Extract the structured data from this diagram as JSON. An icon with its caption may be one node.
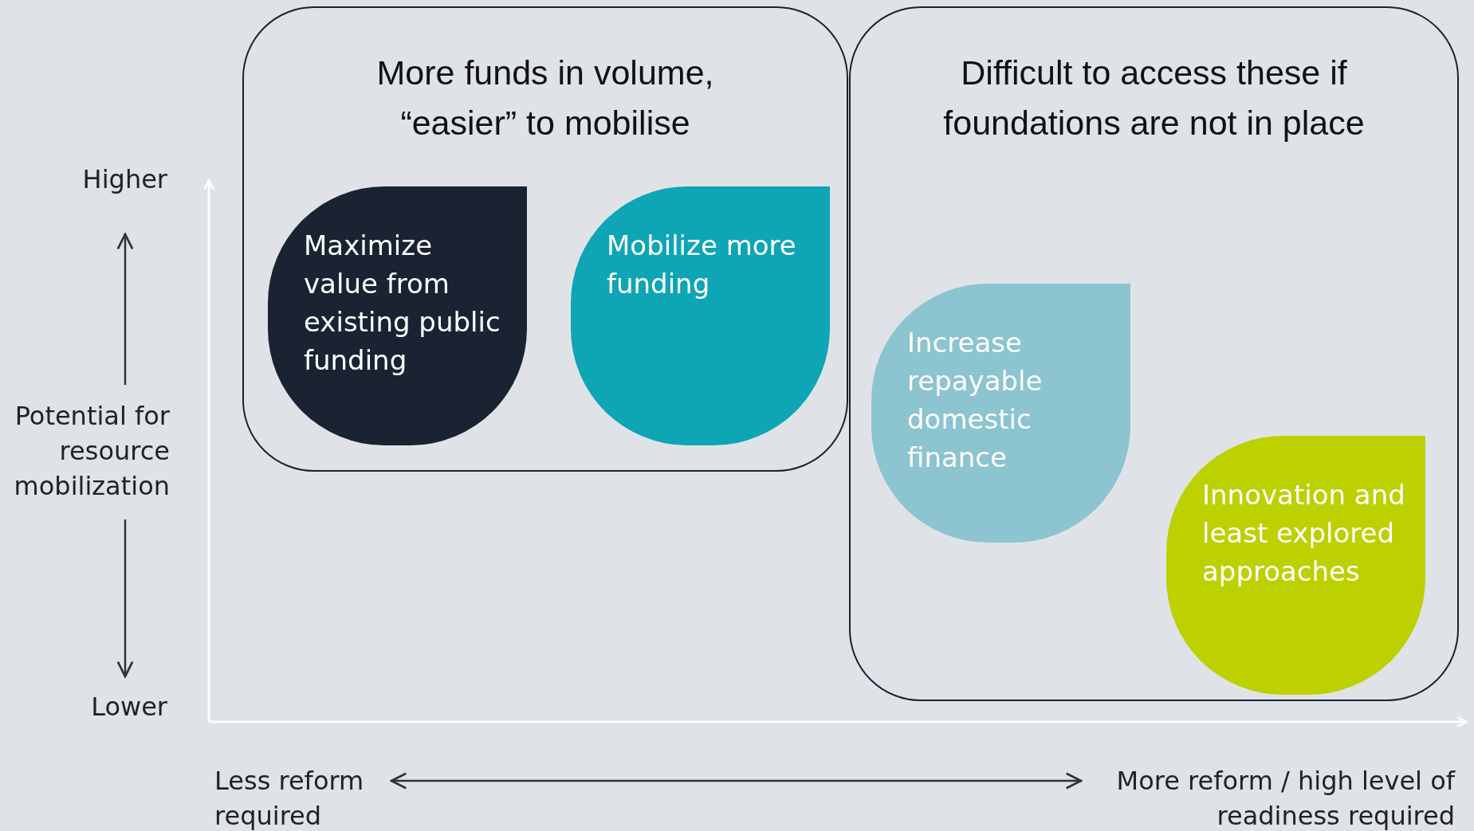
{
  "diagram": {
    "nodes": [
      {
        "text": [
          "More funds in volume, “easier” to mobilise"
        ]
      },
      {
        "text": [
          "Maximize value from existing public funding"
        ],
        "in": 0
      },
      {
        "text": [
          "Mobilize more funding"
        ],
        "in": 0
      },
      {
        "text": [
          "Difficult to access these if foundations are not in place"
        ]
      },
      {
        "text": [
          "Increase repayable domestic finance"
        ],
        "in": 3
      },
      {
        "text": [
          "Innovation and least explored approaches"
        ],
        "in": 3
      }
    ],
    "edges": [],
    "labels": [
      "Higher",
      "Potential for resource mobilization",
      "Lower",
      "Less reform required",
      "More reform / high level of readiness required"
    ]
  }
}
